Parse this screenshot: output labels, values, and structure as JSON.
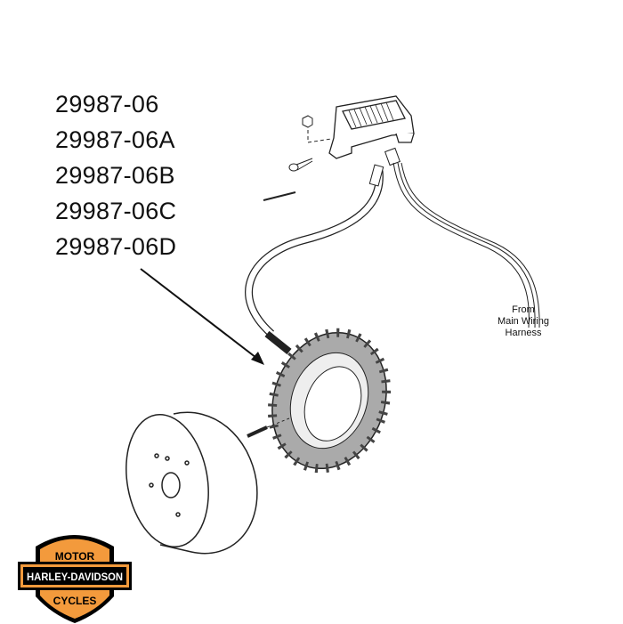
{
  "part_numbers": [
    "29987-06",
    "29987-06A",
    "29987-06B",
    "29987-06C",
    "29987-06D"
  ],
  "harness_note": {
    "line1": "From",
    "line2": "Main Wiring",
    "line3": "Harness"
  },
  "logo": {
    "top": "MOTOR",
    "middle": "HARLEY-DAVIDSON",
    "bottom": "CYCLES",
    "colors": {
      "orange": "#f39a3c",
      "black": "#000000"
    }
  }
}
